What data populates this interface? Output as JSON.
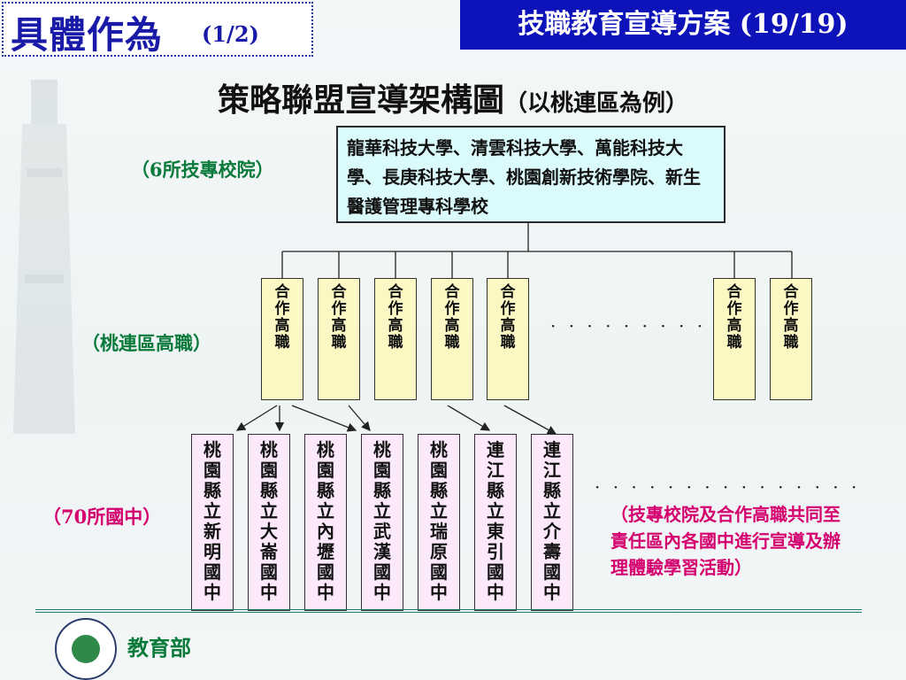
{
  "header": {
    "title": "具體作為",
    "page_indicator": "(1/2)",
    "right_title": "技職教育宣導方案 (19/19)"
  },
  "diagram": {
    "title": "策略聯盟宣導架構圖",
    "subtitle": "（以桃連區為例）",
    "left_labels": {
      "colleges": "（6所技專校院）",
      "vocational": "（桃連區高職）",
      "junior": "（70所國中）"
    },
    "universities": "龍華科技大學、清雲科技大學、萬能科技大學、長庚科技大學、桃園創新技術學院、新生醫護管理專科學校",
    "vocational_label": "合作高職",
    "vocational_dots": "· · · · · · · · · ·",
    "junior_schools": [
      "桃園縣立新明國中",
      "桃園縣立大崙國中",
      "桃園縣立內壢國中",
      "桃園縣立武漢國中",
      "桃園縣立瑞原國中",
      "連江縣立東引國中",
      "連江縣立介壽國中"
    ],
    "junior_dots": "· · · · · · · · · · · · · · ·",
    "note": "（技專校院及合作高職共同至責任區內各國中進行宣導及辦理體驗學習活動）"
  },
  "footer": {
    "ministry": "教育部"
  },
  "colors": {
    "header_bar": "#0d13b8",
    "title_text": "#1a1aa8",
    "green_label": "#0a7a3a",
    "magenta_label": "#d4006e",
    "univ_box": "#dafafc",
    "vocational_box": "#fbf8c4",
    "junior_box": "#fbe8fa"
  }
}
